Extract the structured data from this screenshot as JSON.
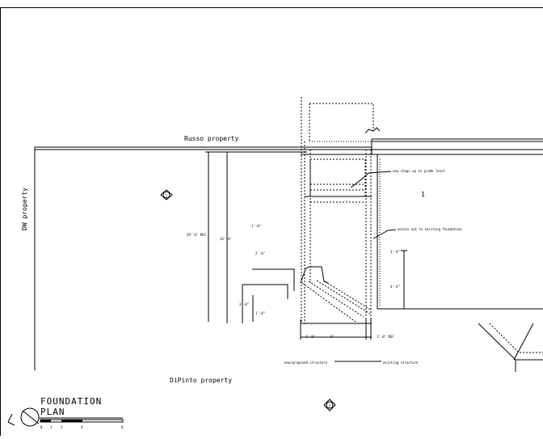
{
  "drawing": {
    "title_line1": "FOUNDATION",
    "title_line2": "PLAN",
    "scale_ticks": [
      "0",
      "1",
      "2",
      "4",
      "8"
    ]
  },
  "property_labels": {
    "north": "Russo property",
    "west": "DW property",
    "south": "DiPinto property"
  },
  "markers": {
    "circle_marker_1": "1",
    "circle_marker_2": "2",
    "room_mark": "1"
  },
  "dimensions": {
    "left_long": "29'-6\" REF",
    "left_short": "14'-4\"",
    "right_upper": "3'-0\"",
    "right_lower": "4'-6\"",
    "step_height": "3'-0\"",
    "step_small": "1'-0\"",
    "small_a": "1'-0\"",
    "small_b": "2'-6\"",
    "bottom_a": "6\"",
    "bottom_b": "1'-0\" REF",
    "bottom_c": "1'-0\""
  },
  "notes": {
    "new_stairs": "new steps up to grade level",
    "access": "access out to existing foundation",
    "structure_new": "new/proposed structure",
    "structure_existing": "existing structure"
  }
}
